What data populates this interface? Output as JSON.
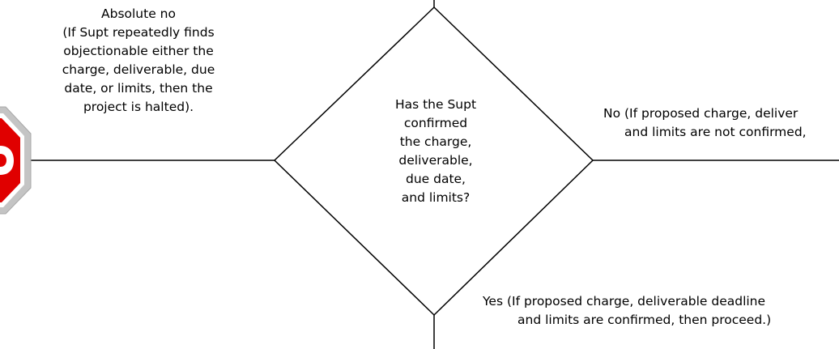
{
  "decision": {
    "lines": [
      "Has the Supt",
      "confirmed",
      "the charge,",
      "deliverable,",
      "due date,",
      "and limits?"
    ]
  },
  "absolute_no": {
    "lines": [
      "Absolute no",
      "(If Supt repeatedly finds",
      "objectionable either the",
      "charge, deliverable, due",
      "date, or limits, then the",
      "project is halted)."
    ]
  },
  "no_branch": {
    "lines": [
      "No (If proposed charge, deliver",
      "and limits are not confirmed,"
    ]
  },
  "yes_branch": {
    "lines": [
      "Yes (If proposed charge, deliverable deadline",
      "and limits are confirmed, then proceed.)"
    ]
  },
  "colors": {
    "line": "#000000",
    "stop_sign_fill": "#e00000",
    "stop_sign_border": "#b8b8b8",
    "stop_sign_text": "#ffffff"
  },
  "icons": {
    "stop_sign": "stop-sign-icon"
  }
}
